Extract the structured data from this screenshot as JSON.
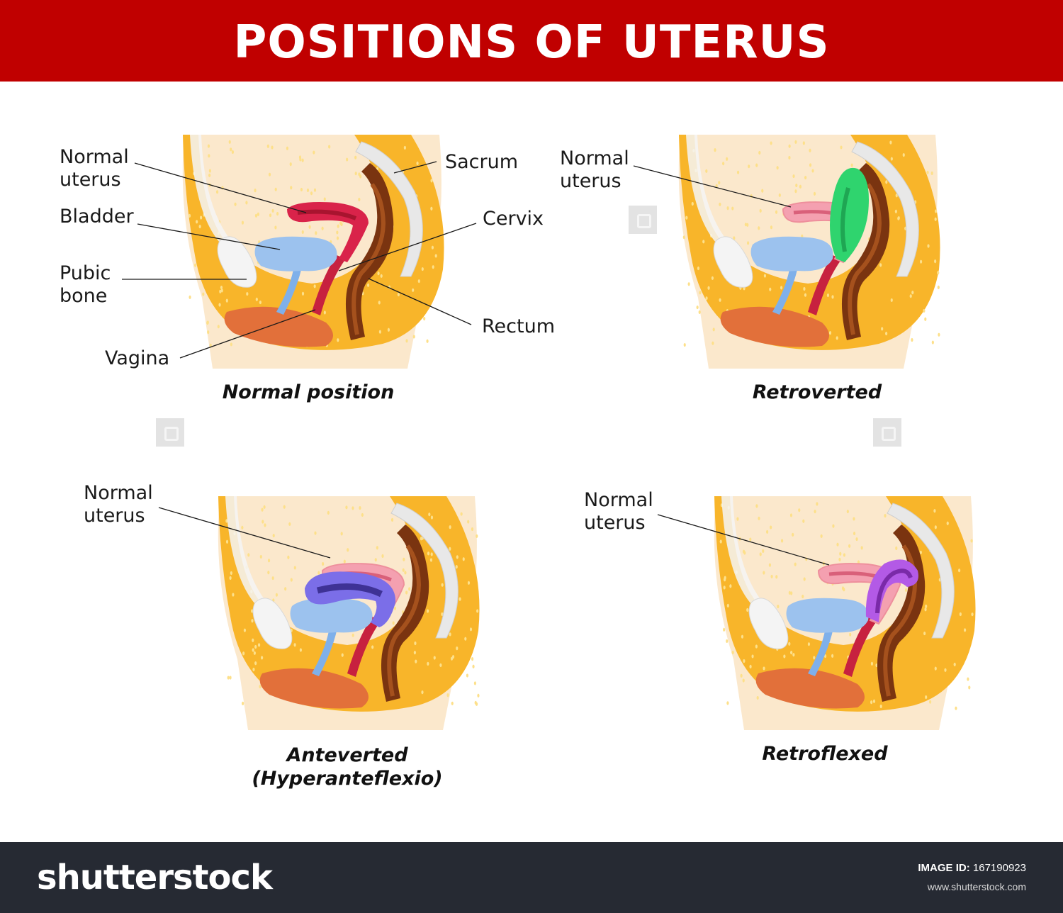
{
  "header": {
    "title": "POSITIONS OF UTERUS"
  },
  "panels": [
    {
      "caption": "Normal position",
      "labels": {
        "normal_uterus": "Normal\nuterus",
        "bladder": "Bladder",
        "pubic_bone": "Pubic\nbone",
        "vagina": "Vagina",
        "sacrum": "Sacrum",
        "cervix": "Cervix",
        "rectum": "Rectum"
      },
      "uterus_color": "#d9234a"
    },
    {
      "caption": "Retroverted",
      "labels": {
        "normal_uterus": "Normal\nuterus"
      },
      "uterus_color": "#2fd46e"
    },
    {
      "caption": "Anteverted\n(Hyperanteflexio)",
      "labels": {
        "normal_uterus": "Normal\nuterus"
      },
      "uterus_color": "#7b6ee8"
    },
    {
      "caption": "Retroflexed",
      "labels": {
        "normal_uterus": "Normal\nuterus"
      },
      "uterus_color": "#b35ae6"
    }
  ],
  "colors": {
    "header_bg": "#c00000",
    "fat": "#f8b52a",
    "skin": "#fbe8cc",
    "bladder": "#9cc2ee",
    "rectum": "#7a3410",
    "sacrum": "#e8e8e8",
    "bone": "#f4f4f4",
    "muscle": "#e2703a",
    "normal_uterus_outline": "#ee8f9c",
    "footer_bg": "#262a33"
  },
  "footer": {
    "logo": "shutterstock",
    "image_id_label": "IMAGE ID:",
    "image_id": "167190923",
    "url": "www.shutterstock.com"
  }
}
